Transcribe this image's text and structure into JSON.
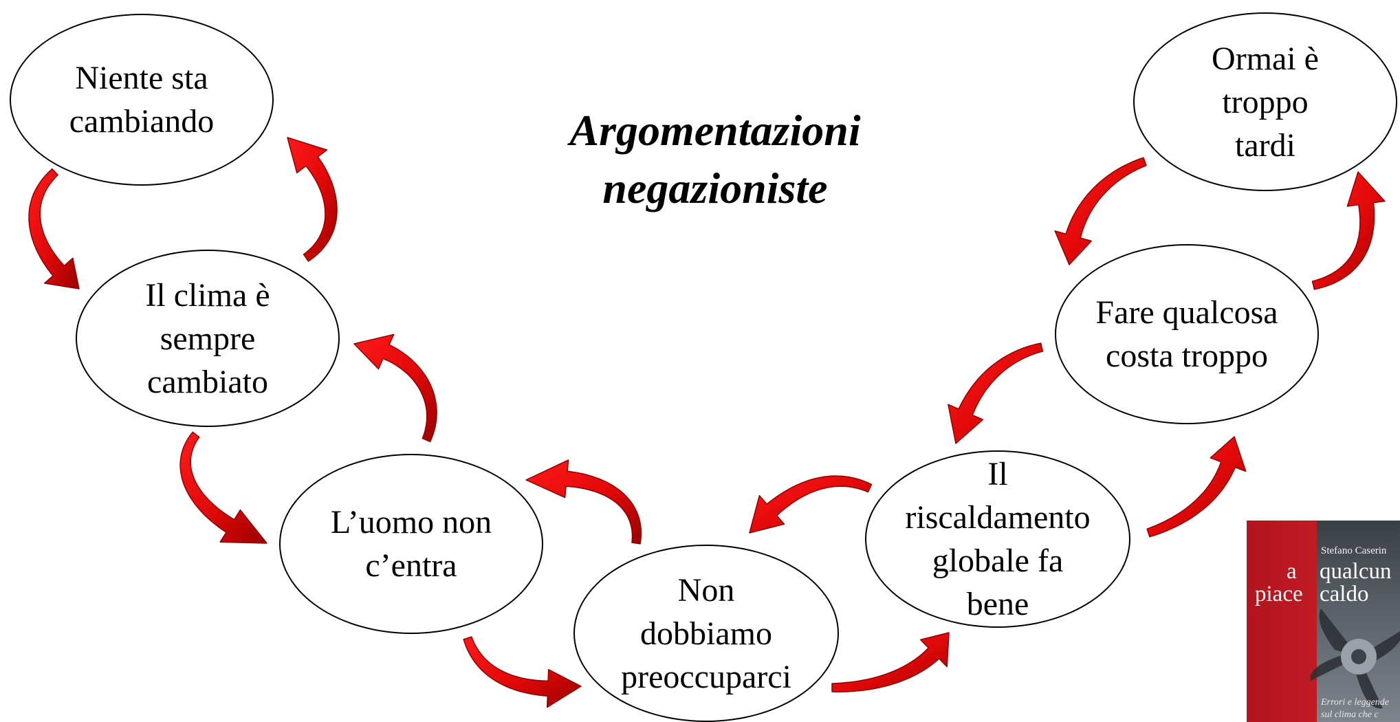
{
  "title": {
    "line1": "Argomentazioni",
    "line2": "negazioniste"
  },
  "nodes": [
    {
      "id": "niente-sta-cambiando",
      "label": "Niente sta\ncambiando"
    },
    {
      "id": "clima-sempre-cambiato",
      "label": "Il clima è\nsempre\ncambiato"
    },
    {
      "id": "uomo-non-centra",
      "label": "L’uomo non\nc’entra"
    },
    {
      "id": "non-dobbiamo-preoccuparci",
      "label": "Non\ndobbiamo\npreoccuparci"
    },
    {
      "id": "riscaldamento-fa-bene",
      "label": "Il\nriscaldamento\nglobale fa\nbene"
    },
    {
      "id": "fare-qualcosa-costa-troppo",
      "label": "Fare qualcosa\ncosta troppo"
    },
    {
      "id": "ormai-troppo-tardi",
      "label": "Ormai è\ntroppo\ntardi"
    }
  ],
  "arrow_color": "#e40f0f",
  "arrow_dark_color": "#8c0000",
  "book_cover": {
    "author": "Stefano Caserin",
    "words": [
      "a",
      "qualcun",
      "piace",
      "caldo"
    ],
    "subtitle_line1": "Errori e leggende",
    "subtitle_line2": "sul clima che c"
  }
}
